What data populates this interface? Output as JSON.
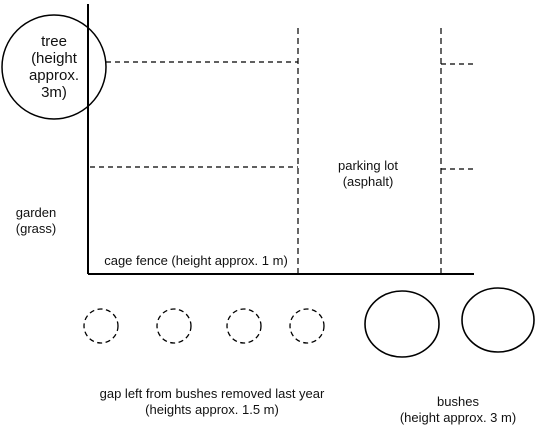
{
  "tree": {
    "lines": [
      "tree",
      "(height",
      "approx.",
      "3m)"
    ]
  },
  "garden": {
    "lines": [
      "garden",
      "(grass)"
    ]
  },
  "parking_lot": {
    "lines": [
      "parking lot",
      "(asphalt)"
    ]
  },
  "cage_fence": {
    "label": "cage fence (height approx. 1 m)"
  },
  "gap": {
    "lines": [
      "gap left from bushes removed last year",
      "(heights approx. 1.5 m)"
    ]
  },
  "bushes": {
    "lines": [
      "bushes",
      "(height approx. 3 m)"
    ]
  },
  "colors": {
    "stroke": "#000000",
    "text": "#111111",
    "background": "#ffffff"
  }
}
